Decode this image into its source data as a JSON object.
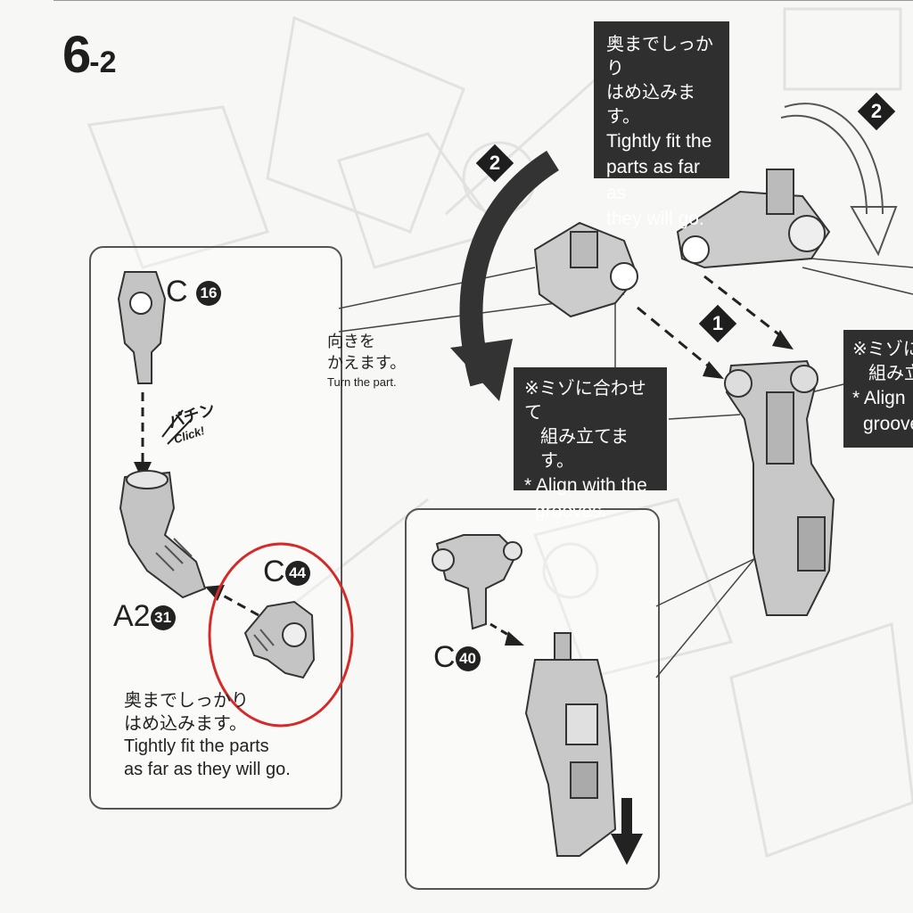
{
  "step": {
    "main": "6",
    "sub": "-2"
  },
  "top_note": {
    "jp_line1": "奥までしっかり",
    "jp_line2": "はめ込みます。",
    "en_line1": "Tightly fit the",
    "en_line2": "parts as far as",
    "en_line3": "they will go."
  },
  "step_markers": {
    "two_a": "2",
    "two_b": "2",
    "one": "1"
  },
  "turn_note": {
    "jp_line1": "向きを",
    "jp_line2": "かえます。",
    "en": "Turn the part."
  },
  "groove_note": {
    "jp_line1": "※ミゾに合わせて",
    "jp_line2": "組み立てます。",
    "en_line1": "* Align with the",
    "en_line2": "grooves."
  },
  "groove_note_right": {
    "jp_line1": "※ミゾに",
    "jp_line2": "組み立",
    "en_line1": "* Align",
    "en_line2": "groove"
  },
  "left_panel": {
    "part_c16": {
      "letter": "C",
      "num": "16"
    },
    "part_a2_31": {
      "letter": "A2",
      "num": "31"
    },
    "part_c44": {
      "letter": "C",
      "num": "44"
    },
    "click_jp": "パチン",
    "click_en": "Click!",
    "fit_note": {
      "jp_line1": "奥までしっかり",
      "jp_line2": "はめ込みます。",
      "en_line1": "Tightly fit the parts",
      "en_line2": "as far as they will go."
    }
  },
  "bottom_panel": {
    "part_c40": {
      "letter": "C",
      "num": "40"
    }
  },
  "colors": {
    "highlight_circle": "#d42a2a",
    "note_bg": "#2f2f2f"
  }
}
